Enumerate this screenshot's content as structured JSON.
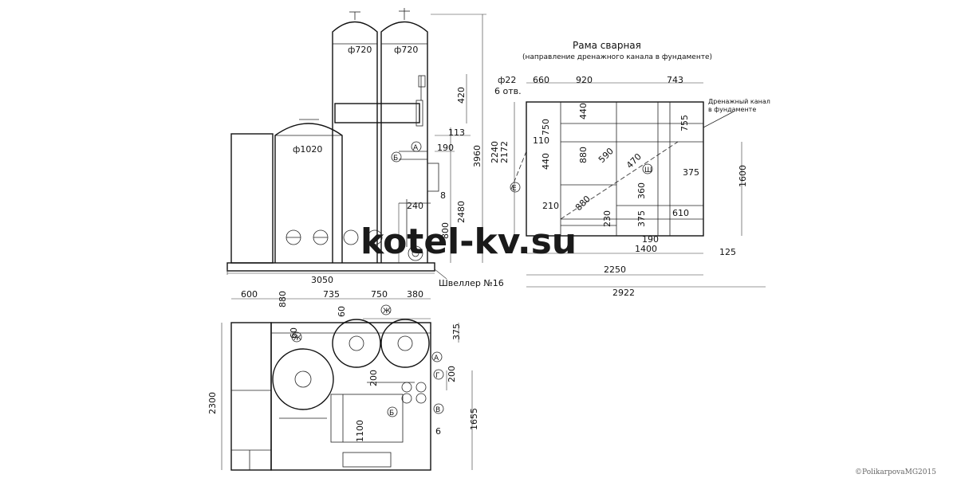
{
  "frame": {
    "title": "Рама сварная",
    "subtitle": "(направление дренажного канала в фундаменте)",
    "drain_note_1": "Дренажный канал",
    "drain_note_2": "в фундаменте",
    "holes": "ф22",
    "holes_count": "6 отв.",
    "dims": {
      "d660": "660",
      "d920": "920",
      "d743": "743",
      "d2240": "2240",
      "d2172": "2172",
      "d110": "110",
      "d750": "750",
      "d440a": "440",
      "d440b": "440",
      "d880a": "880",
      "d590": "590",
      "d470": "470",
      "d755": "755",
      "d375": "375",
      "d1600": "1600",
      "d360": "360",
      "d880b": "880",
      "d210": "210",
      "d230": "230",
      "d375b": "375",
      "d610": "610",
      "d190": "190",
      "d1400": "1400",
      "d125": "125",
      "d2250": "2250",
      "d2922": "2922"
    },
    "markers": {
      "e": "Е",
      "sh": "Ш"
    }
  },
  "elevation": {
    "vessel_small_dia": "ф720",
    "vessel_small_dia_2": "ф720",
    "vessel_big_dia": "ф1020",
    "dims": {
      "d420": "420",
      "d113": "113",
      "d190": "190",
      "d3960": "3960",
      "d2480": "2480",
      "d8": "8",
      "d240": "240",
      "d800": "800",
      "d3050": "3050"
    },
    "channel": "Швеллер №16",
    "markers": {
      "a": "А",
      "b": "Б"
    }
  },
  "plan": {
    "dims": {
      "d600": "600",
      "d880": "880",
      "d735": "735",
      "d750": "750",
      "d380": "380",
      "d60a": "60",
      "d60b": "60",
      "d375": "375",
      "d200a": "200",
      "d200b": "200",
      "d2300": "2300",
      "d1100": "1100",
      "d1655": "1655",
      "d6": "6"
    },
    "markers": {
      "zh1": "Ж",
      "zh2": "Ж",
      "a": "А",
      "g": "Г",
      "b": "Б",
      "v": "В"
    }
  },
  "watermark": "kotel-kv.su",
  "copyright": "©PolikarpovaMG2015"
}
